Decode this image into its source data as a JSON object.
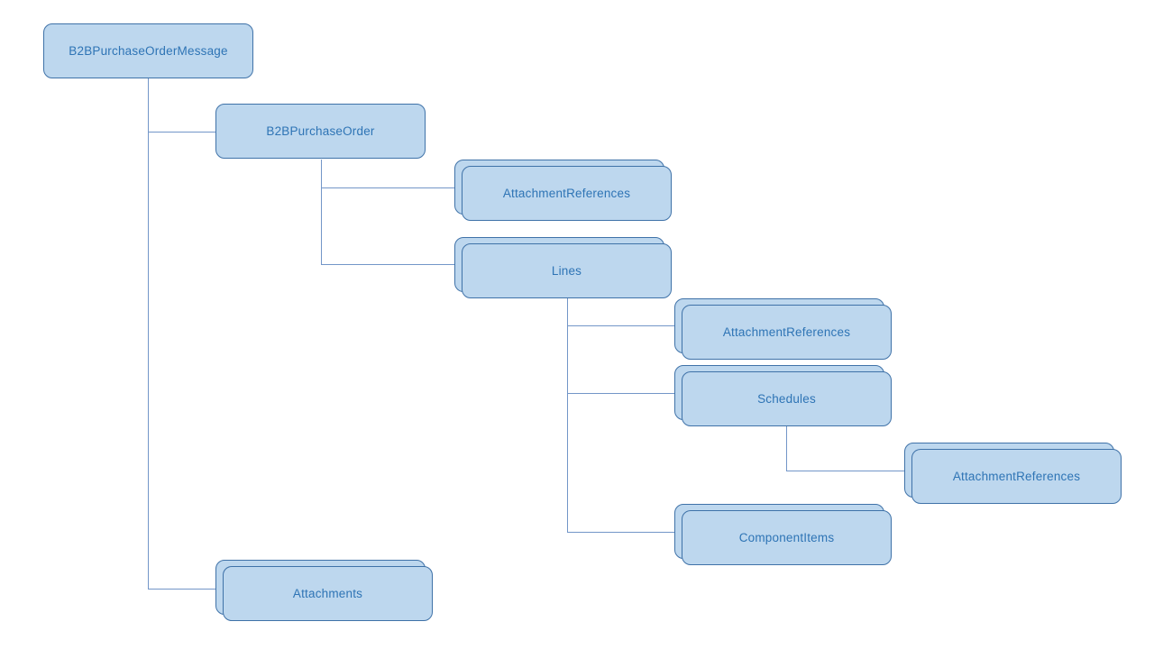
{
  "diagram": {
    "type": "hierarchy-tree",
    "colors": {
      "node_fill": "#BDD7EE",
      "node_border": "#3F72A8",
      "node_text": "#2E74B5",
      "connector": "#7396C8",
      "background": "#FFFFFF"
    },
    "nodes": [
      {
        "id": "b2b-purchase-order-message",
        "label": "B2BPurchaseOrderMessage",
        "stacked": false
      },
      {
        "id": "b2b-purchase-order",
        "label": "B2BPurchaseOrder",
        "stacked": false
      },
      {
        "id": "attachment-references-order",
        "label": "AttachmentReferences",
        "stacked": true
      },
      {
        "id": "lines",
        "label": "Lines",
        "stacked": true
      },
      {
        "id": "attachment-references-lines",
        "label": "AttachmentReferences",
        "stacked": true
      },
      {
        "id": "schedules",
        "label": "Schedules",
        "stacked": true
      },
      {
        "id": "attachment-references-schedules",
        "label": "AttachmentReferences",
        "stacked": true
      },
      {
        "id": "component-items",
        "label": "ComponentItems",
        "stacked": true
      },
      {
        "id": "attachments",
        "label": "Attachments",
        "stacked": true
      }
    ],
    "edges": [
      {
        "from": "B2BPurchaseOrderMessage",
        "to": "B2BPurchaseOrder"
      },
      {
        "from": "B2BPurchaseOrderMessage",
        "to": "Attachments"
      },
      {
        "from": "B2BPurchaseOrder",
        "to": "AttachmentReferences"
      },
      {
        "from": "B2BPurchaseOrder",
        "to": "Lines"
      },
      {
        "from": "Lines",
        "to": "AttachmentReferences"
      },
      {
        "from": "Lines",
        "to": "Schedules"
      },
      {
        "from": "Lines",
        "to": "ComponentItems"
      },
      {
        "from": "Schedules",
        "to": "AttachmentReferences"
      }
    ]
  }
}
